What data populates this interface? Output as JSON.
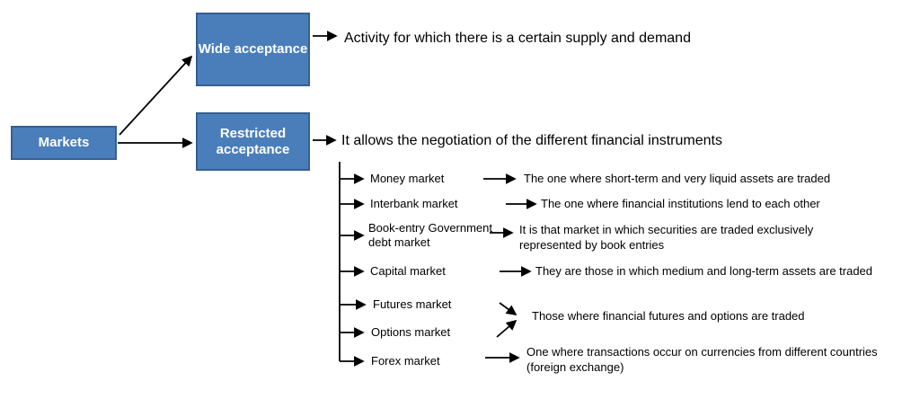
{
  "root": {
    "label": "Markets"
  },
  "branches": {
    "wide": {
      "label": "Wide acceptance",
      "description": "Activity for which there is a certain supply and demand"
    },
    "restricted": {
      "label": "Restricted acceptance",
      "description": "It allows the negotiation of the different financial instruments"
    }
  },
  "sub_markets": [
    {
      "name": "Money market",
      "description": "The one where short-term and very liquid assets are traded"
    },
    {
      "name": "Interbank market",
      "description": "The one where financial institutions lend to each other"
    },
    {
      "name": "Book-entry Government debt market",
      "description": "It is that market in which securities are traded exclusively represented by book entries"
    },
    {
      "name": "Capital market",
      "description": "They are those in which medium and long-term assets are traded"
    },
    {
      "name": "Futures market",
      "description": ""
    },
    {
      "name": "Options market",
      "description": ""
    },
    {
      "name": "Forex market",
      "description": "One where transactions occur on currencies from different countries (foreign exchange)"
    }
  ],
  "shared_descriptions": {
    "futures_options": "Those where financial futures and options are traded"
  },
  "colors": {
    "box_fill": "#4a7ebb",
    "box_border": "#365f91",
    "box_text": "#ffffff",
    "arrow": "#000000",
    "background": "#ffffff"
  }
}
